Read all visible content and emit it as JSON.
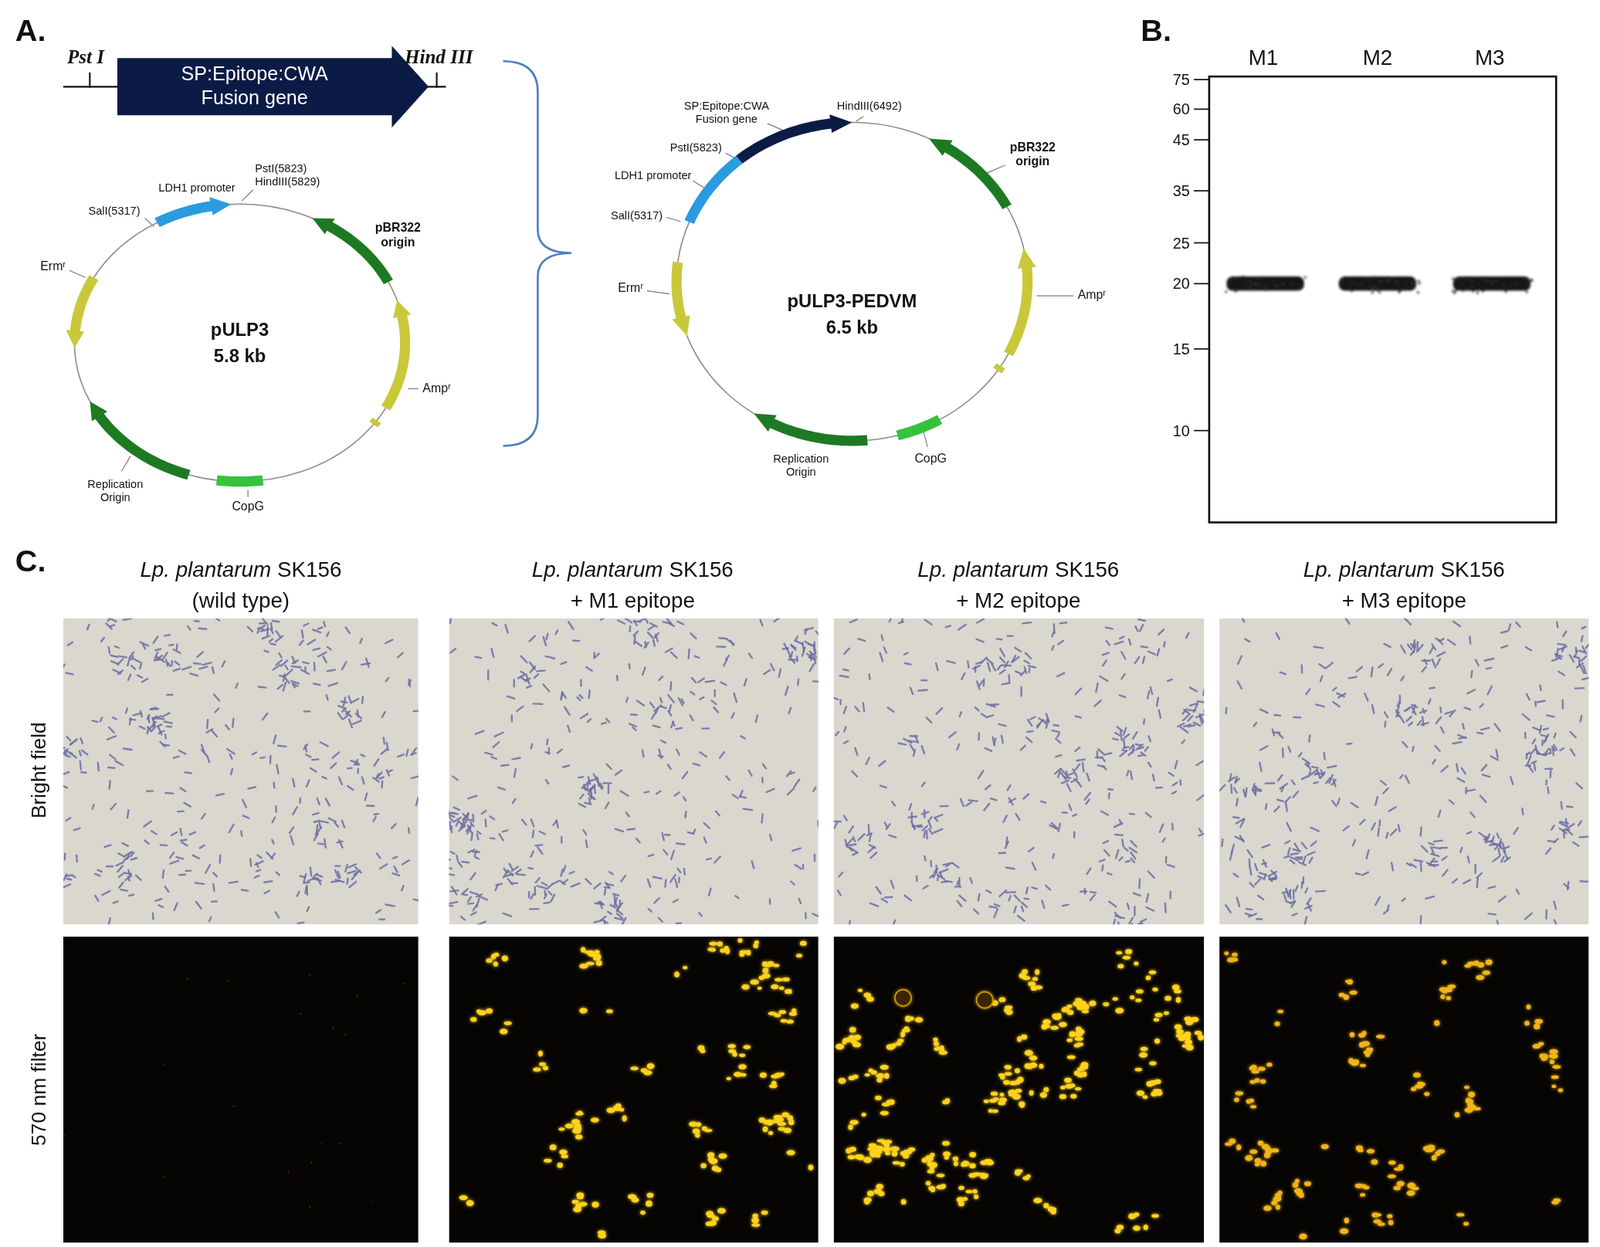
{
  "diagram": {
    "nodes": [
      {
        "text": [
          "SP:Epitope:CWA Fusion gene"
        ]
      },
      {
        "text": [
          "pULP3",
          "5.8 kb"
        ]
      },
      {
        "text": [
          "pULP3-PEDVM",
          "6.5 kb"
        ]
      }
    ],
    "labels": [
      "A.",
      "Pst I",
      "Hind III",
      "LDH1 promoter",
      "SalI(5317)",
      "PstI(5823)",
      "HindIII(5829)",
      "pBR322 origin",
      "Ermʳ",
      "Ampʳ",
      "Replication Origin",
      "CopG",
      "SP:Epitope:CWA Fusion gene",
      "HindIII(6492)",
      "PstI(5823)",
      "LDH1 promoter",
      "SalI(5317)",
      "pBR322 origin",
      "Ermʳ",
      "Ampʳ",
      "CopG",
      "Replication Origin",
      "B.",
      "M1",
      "M2",
      "M3",
      "75",
      "60",
      "45",
      "35",
      "25",
      "20",
      "15",
      "10",
      "C.",
      "Lp. plantarum",
      "SK156",
      "(wild type)",
      "Lp. plantarum",
      "SK156",
      "+ M1 epitope",
      "Lp. plantarum",
      "SK156",
      "+ M2 epitope",
      "Lp. plantarum",
      "SK156",
      "+ M3 epitope",
      "Bright field",
      "570 nm filter"
    ]
  }
}
